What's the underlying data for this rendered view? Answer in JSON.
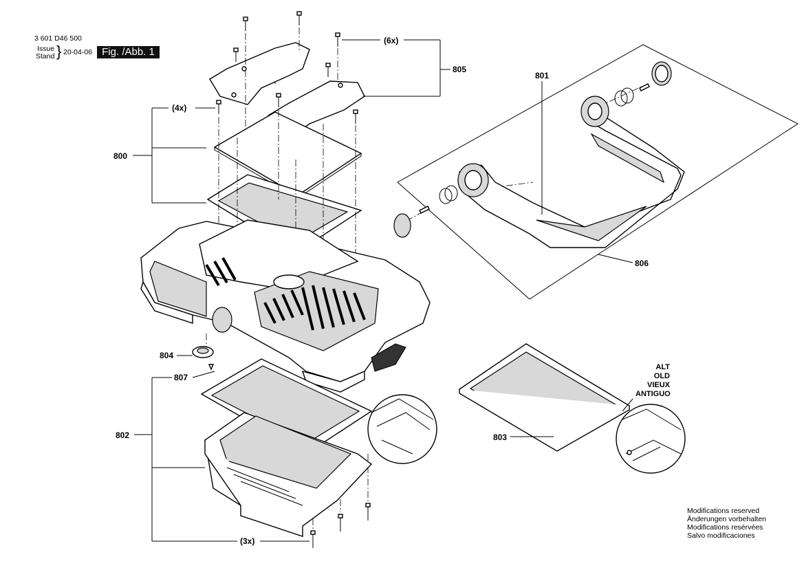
{
  "header": {
    "doc_number": "3 601 D46 500",
    "issue_label": "Issue",
    "stand_label": "Stand",
    "date": "20-04-06",
    "figure": "Fig. /Abb. 1"
  },
  "callouts": {
    "c800": "800",
    "c801": "801",
    "c802": "802",
    "c803": "803",
    "c804": "804",
    "c805": "805",
    "c806": "806",
    "c807": "807",
    "qty6": "(6x)",
    "qty4": "(4x)",
    "qty3": "(3x)"
  },
  "alt_labels": [
    "ALT",
    "OLD",
    "VIEUX",
    "ANTIGUO"
  ],
  "notes": [
    "Modifications reserved",
    "Änderungen vorbehalten",
    "Modifications resérvées",
    "Salvo modificaciones"
  ]
}
